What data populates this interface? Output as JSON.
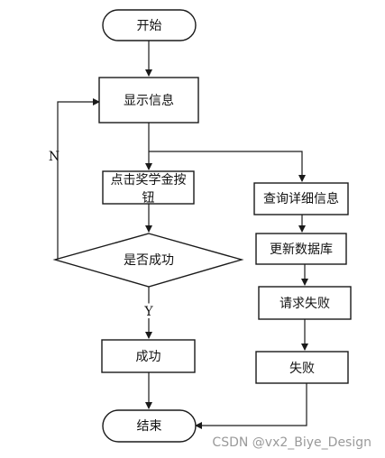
{
  "nodes": {
    "start": "开始",
    "show_info": "显示信息",
    "click_line1": "点击奖学金按",
    "click_line2": "钮",
    "decision": "是否成功",
    "success": "成功",
    "end": "结束",
    "query": "查询详细信息",
    "update_db": "更新数据库",
    "req_fail": "请求失败",
    "fail": "失败"
  },
  "edges": {
    "no_label": "N",
    "yes_label": "Y"
  },
  "watermark": "CSDN @vx2_Biye_Design"
}
